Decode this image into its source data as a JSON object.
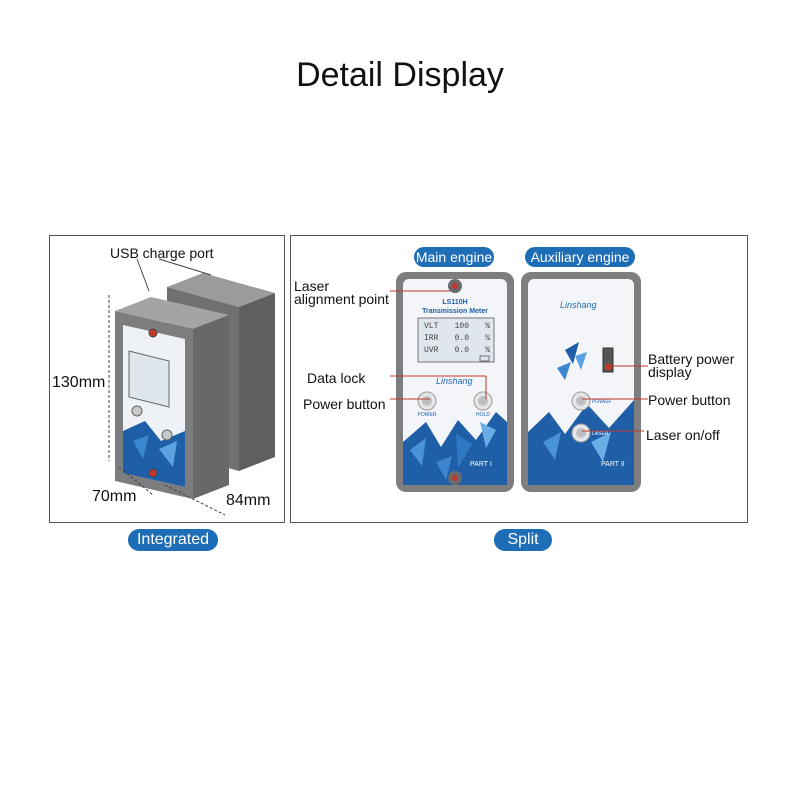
{
  "title": "Detail Display",
  "integrated": {
    "caption": "Integrated",
    "labels": {
      "usb": "USB charge port",
      "height": "130mm",
      "width": "70mm",
      "depth": "84mm"
    }
  },
  "split": {
    "caption": "Split",
    "main_engine": "Main engine",
    "auxiliary_engine": "Auxiliary engine",
    "labels": {
      "laser_alignment": "Laser\nalignment point",
      "data_lock": "Data lock",
      "power_left": "Power button",
      "battery": "Battery power\ndisplay",
      "power_right": "Power button",
      "laser_onoff": "Laser on/off"
    },
    "device_main": {
      "model": "LS110H",
      "name": "Transmission Meter",
      "brand": "Linshang",
      "rows": [
        {
          "name": "VLT",
          "value": "100",
          "unit": "%"
        },
        {
          "name": "IRR",
          "value": "0.0",
          "unit": "%"
        },
        {
          "name": "UVR",
          "value": "0.0",
          "unit": "%"
        }
      ],
      "btn_power": "POWER",
      "btn_hold": "HOLD",
      "part": "PART I"
    },
    "device_aux": {
      "brand": "Linshang",
      "btn_power": "POWER",
      "btn_laser": "LASER",
      "part": "PART II"
    }
  },
  "colors": {
    "accent": "#1e6db7",
    "device_gray": "#7d7e80",
    "screen": "#dfe6ee"
  }
}
